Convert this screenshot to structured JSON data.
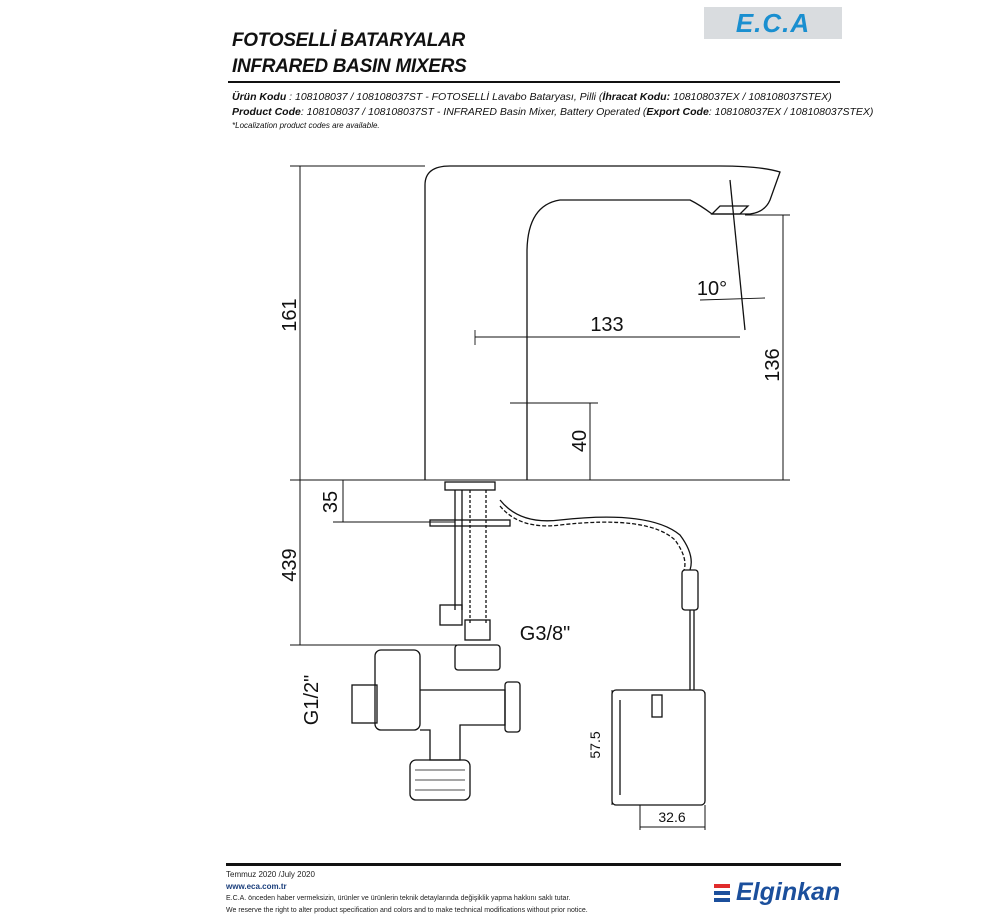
{
  "header": {
    "logo_text": "E.C.A",
    "title_tr": "FOTOSELLİ BATARYALAR",
    "title_en": "INFRARED BASIN MIXERS"
  },
  "product": {
    "tr_label": "Ürün Kodu",
    "tr_text": " : 108108037 / 108108037ST - FOTOSELLİ Lavabo Bataryası, Pilli (",
    "tr_export_label": "İhracat Kodu:",
    "tr_export_text": " 108108037EX / 108108037STEX)",
    "en_label": "Product Code",
    "en_text": ": 108108037 / 108108037ST - INFRARED Basin Mixer, Battery Operated (",
    "en_export_label": "Export Code",
    "en_export_text": ": 108108037EX / 108108037STEX)",
    "note": "*Localization product codes are available."
  },
  "dimensions": {
    "height_total": "161",
    "reach": "133",
    "spout_height": "136",
    "sensor_height": "40",
    "angle": "10°",
    "deck": "35",
    "hose": "439",
    "thread_small": "G3/8\"",
    "thread_large": "G1/2\"",
    "battery_height": "57.5",
    "battery_width": "32.6"
  },
  "footer": {
    "date": "Temmuz 2020 /July 2020",
    "website": "www.eca.com.tr",
    "disclaimer_tr": "E.C.A. önceden haber vermeksizin, ürünler ve ürünlerin teknik detaylarında değişiklik yapma hakkını saklı tutar.",
    "disclaimer_en": "We reserve the right to alter product specification and colors and to make technical modifications without prior notice.",
    "brand": "Elginkan"
  },
  "colors": {
    "eca_blue": "#1a8fd0",
    "brand_blue": "#1b4f9c",
    "brand_red": "#e02b2b"
  }
}
